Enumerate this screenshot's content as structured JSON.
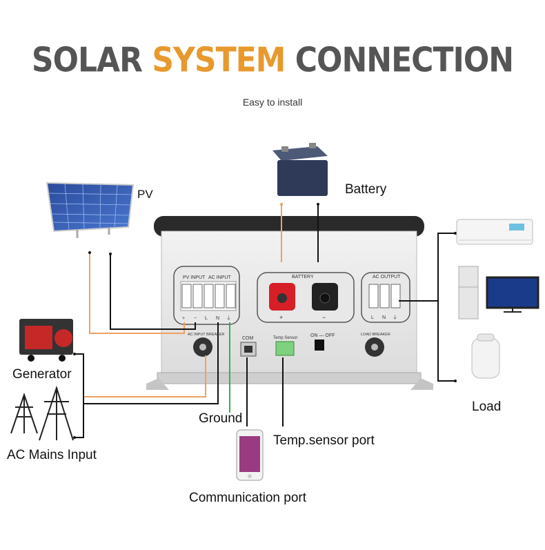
{
  "title": {
    "part1": "SOLAR",
    "part2": "SYSTEM",
    "part3": "CONNECTION"
  },
  "subtitle": "Easy to install",
  "labels": {
    "pv": "PV",
    "battery": "Battery",
    "generator": "Generator",
    "ac_mains": "AC Mains Input",
    "ground": "Ground",
    "temp_port": "Temp.sensor port",
    "comm_port": "Communication port",
    "load": "Load"
  },
  "panel_text": {
    "pv_input": "PV  INPUT",
    "ac_input": "AC  INPUT",
    "battery": "BATTERY",
    "ac_output": "AC  OUTPUT",
    "com": "COM",
    "temp_sensor": "Temp Sensor",
    "on_off": "ON — OFF",
    "ac_input_breaker": "AC INPUT BREAKER",
    "load_breaker": "LOAD BREAKER",
    "terminal_marks": [
      "+",
      "−",
      "L",
      "N",
      "⏚"
    ],
    "output_marks": [
      "L",
      "N",
      "⏚"
    ],
    "battery_plus": "+",
    "battery_minus": "−"
  },
  "colors": {
    "orange_wire": "#f0a060",
    "black_wire": "#111111",
    "green_wire": "#2db34a",
    "accent": "#e8992e"
  }
}
